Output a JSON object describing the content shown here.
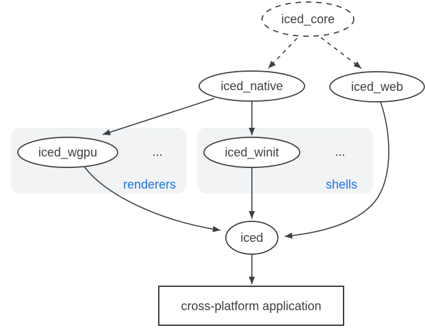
{
  "colors": {
    "background": "#ffffff",
    "node_stroke": "#3c4043",
    "text": "#3c4043",
    "group_fill": "#f1f3f4",
    "group_label_blue": "#1a73e8"
  },
  "nodes": {
    "iced_core": {
      "label": "iced_core",
      "shape": "dashed-ellipse"
    },
    "iced_native": {
      "label": "iced_native",
      "shape": "ellipse"
    },
    "iced_web": {
      "label": "iced_web",
      "shape": "ellipse"
    },
    "iced_wgpu": {
      "label": "iced_wgpu",
      "shape": "ellipse"
    },
    "iced_winit": {
      "label": "iced_winit",
      "shape": "ellipse"
    },
    "iced": {
      "label": "iced",
      "shape": "ellipse"
    },
    "application": {
      "label": "cross-platform application",
      "shape": "rectangle"
    }
  },
  "groups": {
    "renderers": {
      "label": "renderers",
      "ellipsis": "...",
      "contains": [
        "iced_wgpu"
      ]
    },
    "shells": {
      "label": "shells",
      "ellipsis": "...",
      "contains": [
        "iced_winit"
      ]
    }
  },
  "edges": [
    {
      "from": "iced_core",
      "to": "iced_native",
      "style": "dashed"
    },
    {
      "from": "iced_core",
      "to": "iced_web",
      "style": "dashed"
    },
    {
      "from": "iced_native",
      "to": "iced_wgpu",
      "style": "solid"
    },
    {
      "from": "iced_native",
      "to": "iced_winit",
      "style": "solid"
    },
    {
      "from": "iced_wgpu",
      "to": "iced",
      "style": "solid"
    },
    {
      "from": "iced_winit",
      "to": "iced",
      "style": "solid"
    },
    {
      "from": "iced_web",
      "to": "iced",
      "style": "solid"
    },
    {
      "from": "iced",
      "to": "application",
      "style": "solid"
    }
  ]
}
